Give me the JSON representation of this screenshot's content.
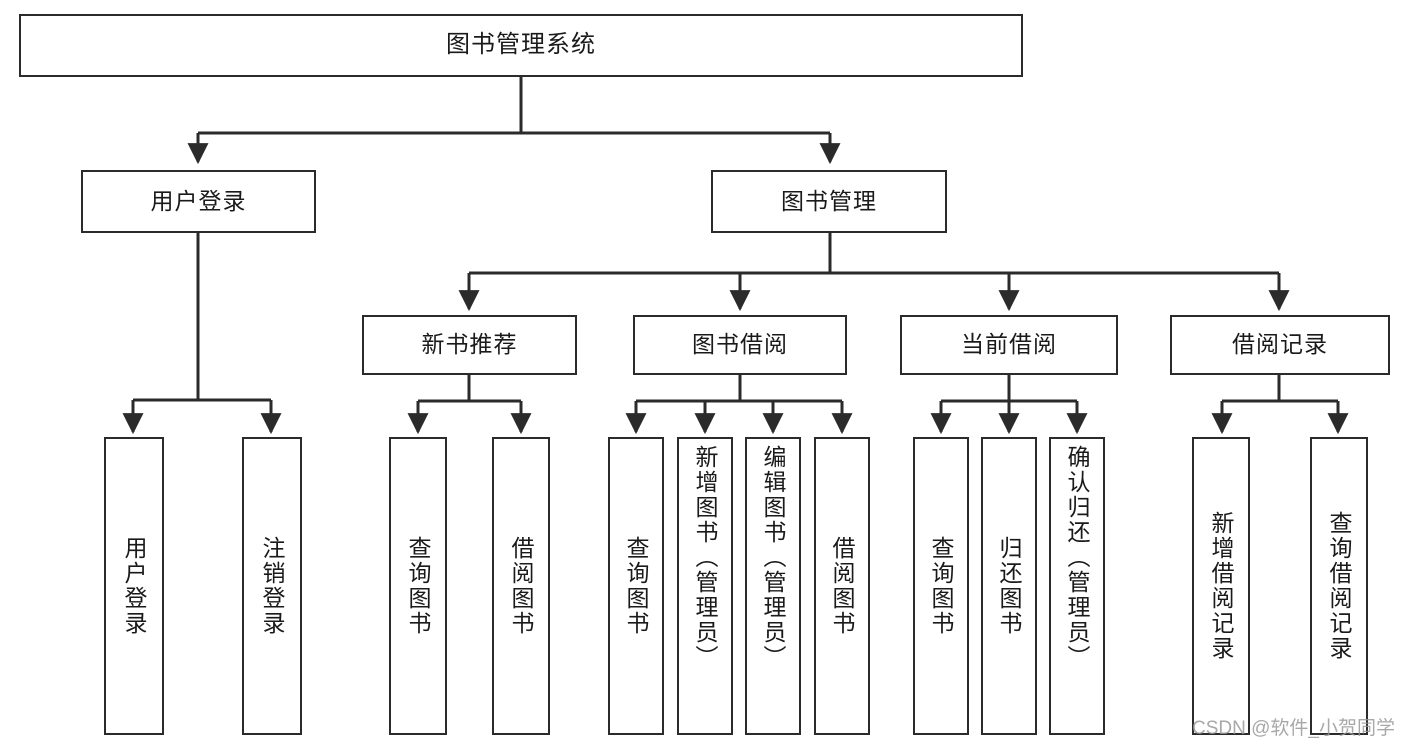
{
  "diagram": {
    "type": "hierarchy-tree",
    "title": "图书管理系统",
    "levels": [
      {
        "level": 0,
        "nodes": [
          {
            "id": "root",
            "label": "图书管理系统"
          }
        ]
      },
      {
        "level": 1,
        "nodes": [
          {
            "id": "user-login",
            "label": "用户登录"
          },
          {
            "id": "book-mgmt",
            "label": "图书管理"
          }
        ]
      },
      {
        "level": 2,
        "nodes": [
          {
            "id": "new-book-rec",
            "label": "新书推荐"
          },
          {
            "id": "book-borrow",
            "label": "图书借阅"
          },
          {
            "id": "current-borrow",
            "label": "当前借阅"
          },
          {
            "id": "borrow-record",
            "label": "借阅记录"
          }
        ]
      },
      {
        "level": 3,
        "nodes": [
          {
            "id": "leaf-user-login",
            "label": "用户登录",
            "parent": "user-login"
          },
          {
            "id": "leaf-logout",
            "label": "注销登录",
            "parent": "user-login"
          },
          {
            "id": "leaf-query-book-1",
            "label": "查询图书",
            "parent": "new-book-rec"
          },
          {
            "id": "leaf-borrow-book-1",
            "label": "借阅图书",
            "parent": "new-book-rec"
          },
          {
            "id": "leaf-query-book-2",
            "label": "查询图书",
            "parent": "book-borrow"
          },
          {
            "id": "leaf-add-book",
            "label": "新增图书（管理员）",
            "parent": "book-borrow"
          },
          {
            "id": "leaf-edit-book",
            "label": "编辑图书（管理员）",
            "parent": "book-borrow"
          },
          {
            "id": "leaf-borrow-book-2",
            "label": "借阅图书",
            "parent": "book-borrow"
          },
          {
            "id": "leaf-query-book-3",
            "label": "查询图书",
            "parent": "current-borrow"
          },
          {
            "id": "leaf-return-book",
            "label": "归还图书",
            "parent": "current-borrow"
          },
          {
            "id": "leaf-confirm-return",
            "label": "确认归还（管理员）",
            "parent": "current-borrow"
          },
          {
            "id": "leaf-add-record",
            "label": "新增借阅记录",
            "parent": "borrow-record"
          },
          {
            "id": "leaf-query-record",
            "label": "查询借阅记录",
            "parent": "borrow-record"
          }
        ]
      }
    ]
  },
  "watermark": {
    "text": "CSDN @软件_小贺同学"
  },
  "colors": {
    "stroke": "#2b2b2b",
    "background": "#ffffff",
    "text": "#1a1a1a",
    "watermark": "#9a9a9a"
  }
}
